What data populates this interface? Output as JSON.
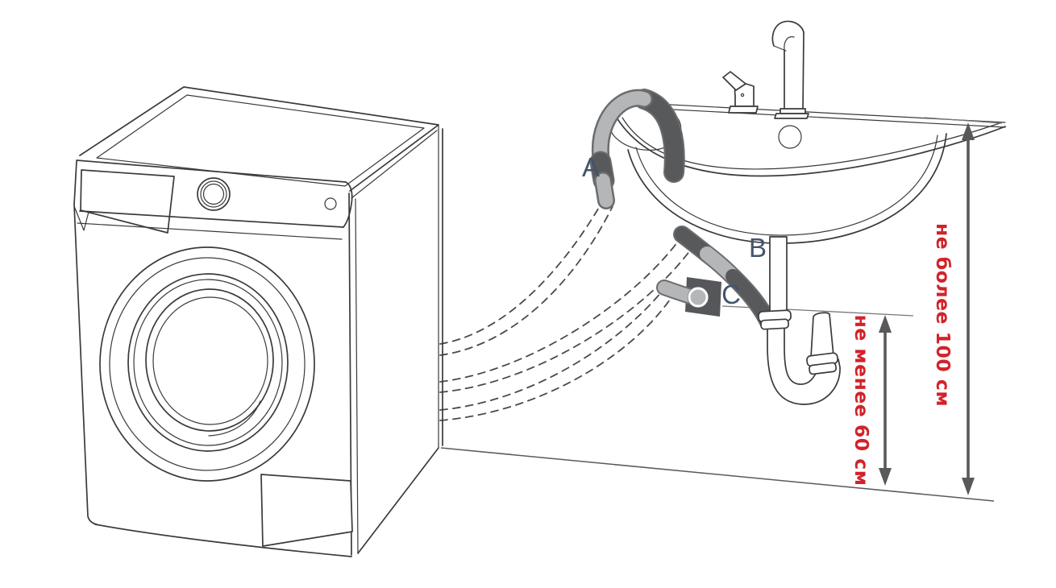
{
  "diagram": {
    "type": "washing-machine-installation-diagram",
    "labels": {
      "hose_a": "A",
      "hose_b": "B",
      "hose_c": "C"
    },
    "dimensions": {
      "max_from_floor": "не более 100 см",
      "min_from_floor": "не менее 60 см"
    },
    "colors": {
      "line": "#3a3a3c",
      "dash": "#4a4a4c",
      "hose_light": "#b4b6b8",
      "hose_dark": "#58595b",
      "hose_outline": "#6a6c6e",
      "outlet_box": "#55575b",
      "arrow": "#58595b",
      "reference_line": "#78787a",
      "dimension_text": "#d2232a",
      "label_text": "#44546c"
    }
  }
}
